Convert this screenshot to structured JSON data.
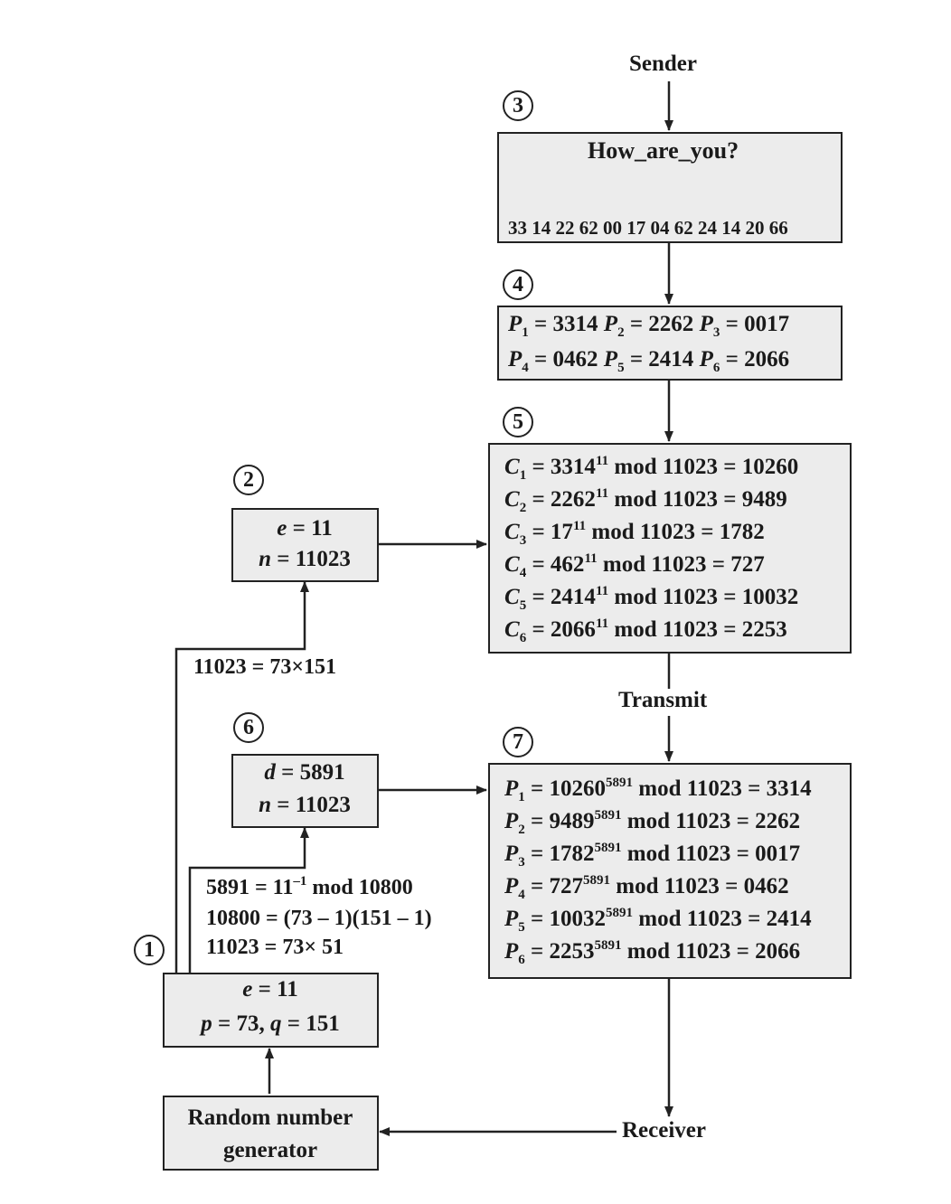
{
  "labels": {
    "sender": "Sender",
    "transmit": "Transmit",
    "receiver": "Receiver",
    "factor_note": "11023 = 73×151"
  },
  "step_numbers": [
    "1",
    "2",
    "3",
    "4",
    "5",
    "6",
    "7"
  ],
  "step3": {
    "message": "How_are_you?",
    "codes": "33 14 22 62 00 17 04 62 24 14 20 66"
  },
  "step4": {
    "blocks": [
      {
        "sub": "1",
        "val": "= 3314"
      },
      {
        "sub": "2",
        "val": "= 2262"
      },
      {
        "sub": "3",
        "val": "= 0017"
      },
      {
        "sub": "4",
        "val": "= 0462"
      },
      {
        "sub": "5",
        "val": "= 2414"
      },
      {
        "sub": "6",
        "val": "= 2066"
      }
    ]
  },
  "step5": {
    "rows": [
      {
        "sub": "1",
        "base": "= 3314",
        "exp": "11",
        "rest": " mod 11023 = 10260"
      },
      {
        "sub": "2",
        "base": "= 2262",
        "exp": "11",
        "rest": " mod 11023 = 9489"
      },
      {
        "sub": "3",
        "base": "= 17",
        "exp": "11",
        "rest": " mod 11023 = 1782"
      },
      {
        "sub": "4",
        "base": "= 462",
        "exp": "11",
        "rest": " mod 11023 = 727"
      },
      {
        "sub": "5",
        "base": "= 2414",
        "exp": "11",
        "rest": " mod 11023 = 10032"
      },
      {
        "sub": "6",
        "base": "= 2066",
        "exp": "11",
        "rest": " mod 11023 = 2253"
      }
    ]
  },
  "step7": {
    "rows": [
      {
        "sub": "1",
        "base": "= 10260",
        "exp": "5891",
        "rest": " mod 11023 = 3314"
      },
      {
        "sub": "2",
        "base": "= 9489",
        "exp": "5891",
        "rest": " mod 11023 = 2262"
      },
      {
        "sub": "3",
        "base": "= 1782",
        "exp": "5891",
        "rest": " mod 11023 = 0017"
      },
      {
        "sub": "4",
        "base": "= 727",
        "exp": "5891",
        "rest": " mod 11023 = 0462"
      },
      {
        "sub": "5",
        "base": "= 10032",
        "exp": "5891",
        "rest": " mod 11023 = 2414"
      },
      {
        "sub": "6",
        "base": "= 2253",
        "exp": "5891",
        "rest": " mod 11023 = 2066"
      }
    ]
  },
  "step2": {
    "e_val": " = 11",
    "n_val": " = 11023"
  },
  "step6": {
    "d_val": " = 5891",
    "n_val": " = 11023"
  },
  "step1": {
    "e_val": " = 11",
    "p_val": " = 73, ",
    "q_val": " = 151"
  },
  "derivation": {
    "line1_a": "5891 = 11",
    "line1_exp": "–1",
    "line1_b": " mod 10800",
    "line2": "10800 = (73 – 1)(151 – 1)",
    "line3": "11023 = 73× 51"
  },
  "rng": {
    "line1": "Random number",
    "line2": "generator"
  }
}
